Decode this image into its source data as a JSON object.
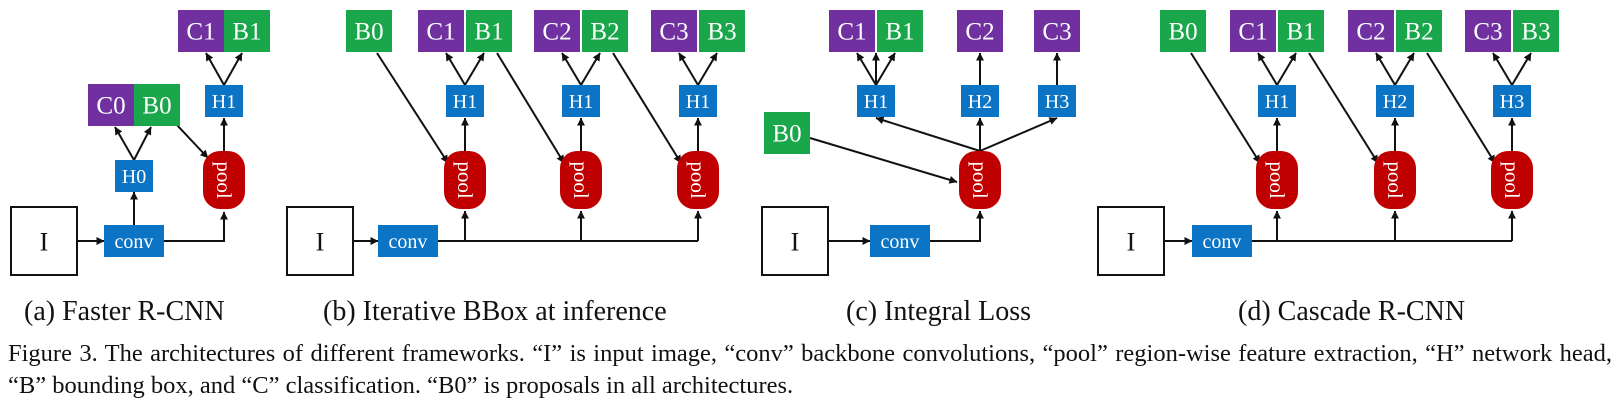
{
  "colors": {
    "class": "#7030a0",
    "bbox": "#1aa64a",
    "head": "#0b74c4",
    "conv": "#0b74c4",
    "pool": "#c00000",
    "text_on_box": "#ffffff",
    "line": "#111111"
  },
  "labels": {
    "input": "I",
    "conv": "conv",
    "pool": "pool"
  },
  "captions": {
    "a": "(a) Faster R-CNN",
    "b": "(b) Iterative BBox at inference",
    "c": "(c) Integral Loss",
    "d": "(d) Cascade R-CNN"
  },
  "figure_caption": "Figure 3. The architectures of different frameworks. “I” is input image, “conv” backbone convolutions, “pool” region-wise feature extraction, “H” network head, “B” bounding box, and “C” classification. “B0” is proposals in all architectures.",
  "panels": {
    "a": {
      "outputs": [
        "C0",
        "B0",
        "C1",
        "B1"
      ],
      "heads": [
        "H0",
        "H1"
      ]
    },
    "b": {
      "outputs": [
        "B0",
        "C1",
        "B1",
        "C2",
        "B2",
        "C3",
        "B3"
      ],
      "heads": [
        "H1",
        "H1",
        "H1"
      ]
    },
    "c": {
      "outputs": [
        "B0",
        "C1",
        "B1",
        "C2",
        "C3"
      ],
      "heads": [
        "H1",
        "H2",
        "H3"
      ]
    },
    "d": {
      "outputs": [
        "B0",
        "C1",
        "B1",
        "C2",
        "B2",
        "C3",
        "B3"
      ],
      "heads": [
        "H1",
        "H2",
        "H3"
      ]
    }
  }
}
